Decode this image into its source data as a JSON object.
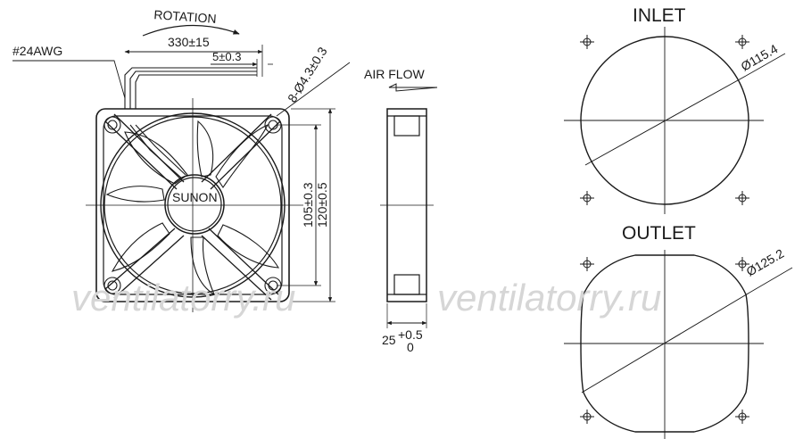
{
  "labels": {
    "rotation": "ROTATION",
    "wire_gauge": "#24AWG",
    "lead_length": "330±15",
    "strip_length": "5±0.3",
    "hole_spec": "8-Ø4.3±0.3",
    "air_flow": "AIR FLOW",
    "brand": "SUNON",
    "hole_spacing": "105±0.3",
    "frame_size": "120±0.5",
    "depth_base": "25",
    "depth_upper": "+0.5",
    "depth_lower": "0",
    "inlet_title": "INLET",
    "inlet_diameter": "Ø115.4",
    "outlet_title": "OUTLET",
    "outlet_diameter": "Ø125.2"
  },
  "watermarks": [
    "ventilatorry.ru",
    "ventilatorry.ru"
  ],
  "colors": {
    "line": "#1a1a1a",
    "watermark": "#d6d6d6"
  }
}
